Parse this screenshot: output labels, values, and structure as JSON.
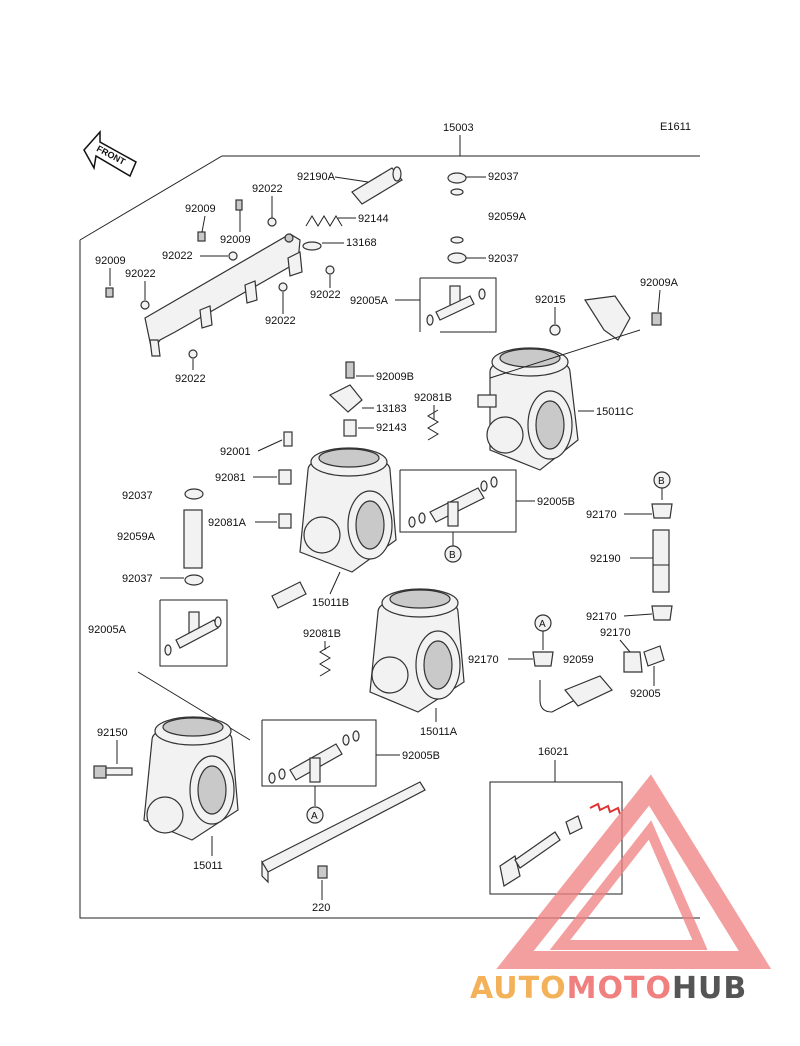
{
  "diagram_code": "E1611",
  "front_label": "FRONT",
  "callouts": {
    "c15003": "15003",
    "c92190A": "92190A",
    "c92037_top": "92037",
    "c92059A_top": "92059A",
    "c92037_mid": "92037",
    "c92005A_top": "92005A",
    "c92015": "92015",
    "c92009A": "92009A",
    "c92022_a": "92022",
    "c92144": "92144",
    "c92009_a": "92009",
    "c92009_b": "92009",
    "c13168": "13168",
    "c92022_b": "92022",
    "c92009_c": "92009",
    "c92022_c": "92022",
    "c92022_d": "92022",
    "c92022_e": "92022",
    "c92022_f": "92022",
    "c92009B": "92009B",
    "c92081B_top": "92081B",
    "c13183": "13183",
    "c92143": "92143",
    "c15011C": "15011C",
    "c92001": "92001",
    "c92081": "92081",
    "c92037_left": "92037",
    "c92081A": "92081A",
    "c92059A_left": "92059A",
    "c92005B_top": "92005B",
    "c92170_a": "92170",
    "c92190": "92190",
    "c92037_left2": "92037",
    "c15011B": "15011B",
    "c92170_b": "92170",
    "c92005A_left": "92005A",
    "c92081B_mid": "92081B",
    "c92170_c": "92170",
    "c92170_d": "92170",
    "c92059": "92059",
    "c92005": "92005",
    "c15011A": "15011A",
    "c92150": "92150",
    "c92005B_bot": "92005B",
    "c16021": "16021",
    "c15011": "15011",
    "c220": "220"
  },
  "ref_markers": {
    "b_right": "B",
    "b_center": "B",
    "a_center": "A",
    "a_bottom": "A"
  },
  "watermark": {
    "part1": "AUTO",
    "part2": "MOTO",
    "part3": "HUB",
    "color1": "#f3b25a",
    "color2": "#f08080",
    "color3": "#555555"
  }
}
